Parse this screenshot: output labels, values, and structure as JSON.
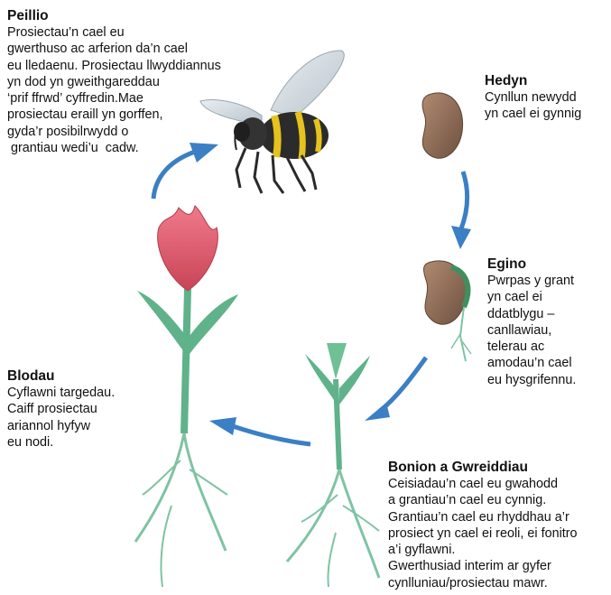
{
  "stages": {
    "peillio": {
      "title": "Peillio",
      "lines": [
        "Prosiectau’n cael eu",
        "gwerthuso ac arferion da’n cael",
        "eu lledaenu. Prosiectau llwyddiannus",
        "yn dod yn gweithgareddau",
        "‘prif ffrwd’ cyffredin.Mae",
        "prosiectau eraill yn gorffen,",
        "gyda’r posibilrwydd o",
        " grantiau wedi’u  cadw."
      ]
    },
    "hedyn": {
      "title": "Hedyn",
      "lines": [
        "Cynllun newydd",
        "yn cael ei gynnig"
      ]
    },
    "egino": {
      "title": "Egino",
      "lines": [
        "Pwrpas y grant",
        "yn cael ei",
        "ddatblygu –",
        "canllawiau,",
        "telerau ac",
        "amodau’n cael",
        "eu hysgrifennu."
      ]
    },
    "blodau": {
      "title": "Blodau",
      "lines": [
        "Cyflawni targedau.",
        "Caiff prosiectau",
        "ariannol hyfyw",
        "eu nodi."
      ]
    },
    "bonion": {
      "title": "Bonion a Gwreiddiau",
      "lines": [
        "Ceisiadau’n cael eu gwahodd",
        "a grantiau’n cael eu cynnig.",
        "Grantiau’n cael eu rhyddhau a’r",
        "prosiect yn cael ei reoli, ei fonitro",
        "a’i gyflawni.",
        "Gwerthusiad interim ar gyfer",
        "cynlluniau/prosiectau mawr."
      ]
    }
  },
  "colors": {
    "arrow": "#3b7fc4",
    "leaf": "#5fb28a",
    "root": "#7fc3a4",
    "petal": "#e0606f",
    "seed": "#8a6a55",
    "bee_yellow": "#e6c21e",
    "bee_dark": "#2b2b2b"
  }
}
